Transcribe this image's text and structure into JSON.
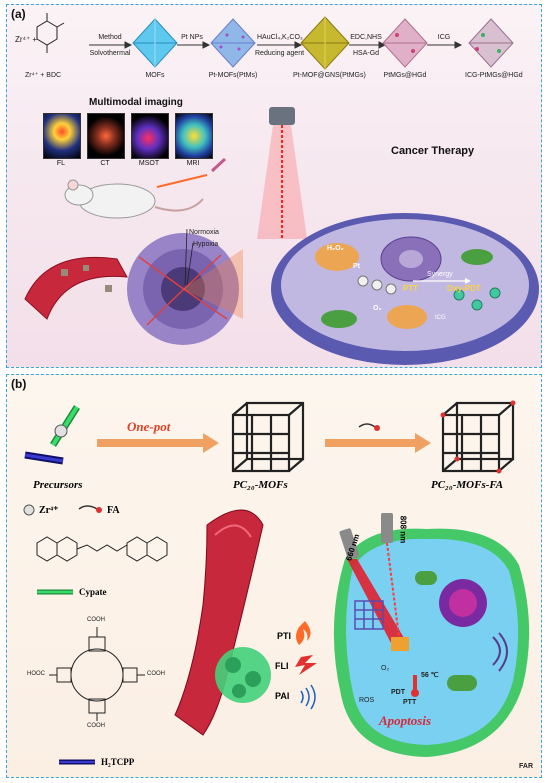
{
  "panel_a": {
    "label": "(a)",
    "precursor_formula": "Zr⁴⁺ +",
    "precursor_sub": "Zr⁴⁺ + BDC",
    "steps": [
      {
        "above": "Method",
        "below": "Solvothermal"
      },
      {
        "above": "Pt NPs",
        "below": ""
      },
      {
        "above": "HAuCl₄,K₂CO₃",
        "below": "Reducing agent"
      },
      {
        "above": "EDC,NHS",
        "below": "HSA-Gd"
      },
      {
        "above": "ICG",
        "below": ""
      }
    ],
    "products": [
      "MOFs",
      "Pt-MOFs(PtMs)",
      "Pt-MOF@GNS(PtMGs)",
      "PtMGs@HGd",
      "ICG-PtMGs@HGd"
    ],
    "imaging_title": "Multimodal imaging",
    "imaging_modes": [
      "FL",
      "CT",
      "MSOT",
      "MRI"
    ],
    "tumor_labels": [
      "Normoxia",
      "Hypoxia"
    ],
    "therapy_title": "Cancer Therapy",
    "cell_labels": {
      "h2o2": "H₂O₂",
      "pt": "Pt",
      "o2": "O₂",
      "icg": "ICG",
      "synergy": "Synergy",
      "ptt": "PTT",
      "oxy_pdt": "Oxy-PDT"
    }
  },
  "panel_b": {
    "label": "(b)",
    "one_pot": "One-pot",
    "precursors": "Precursors",
    "mof_label": "PC₂₀-MOFs",
    "mof_fa_label": "PC₂₀-MOFs-FA",
    "legend_zr": "Zr⁴⁺",
    "legend_fa": "FA",
    "cypate": "Cypate",
    "h2tcpp": "H₂TCPP",
    "cooh": "COOH",
    "hooc": "HOOC",
    "laser_660": "660 nm",
    "laser_808": "808 nm",
    "modes": [
      "PTI",
      "FLI",
      "PAI"
    ],
    "o2": "O₂",
    "temp": "56 ℃",
    "ros": "ROS",
    "pdt": "PDT",
    "ptt": "PTT",
    "apoptosis": "Apoptosis",
    "far": "FAR"
  },
  "colors": {
    "border": "#3aa6d8",
    "arrow_orange": "#f0a060",
    "one_pot": "#e0402a",
    "cell_green": "#44d07a",
    "vessel": "#c8283c",
    "apoptosis": "#d8283c"
  }
}
